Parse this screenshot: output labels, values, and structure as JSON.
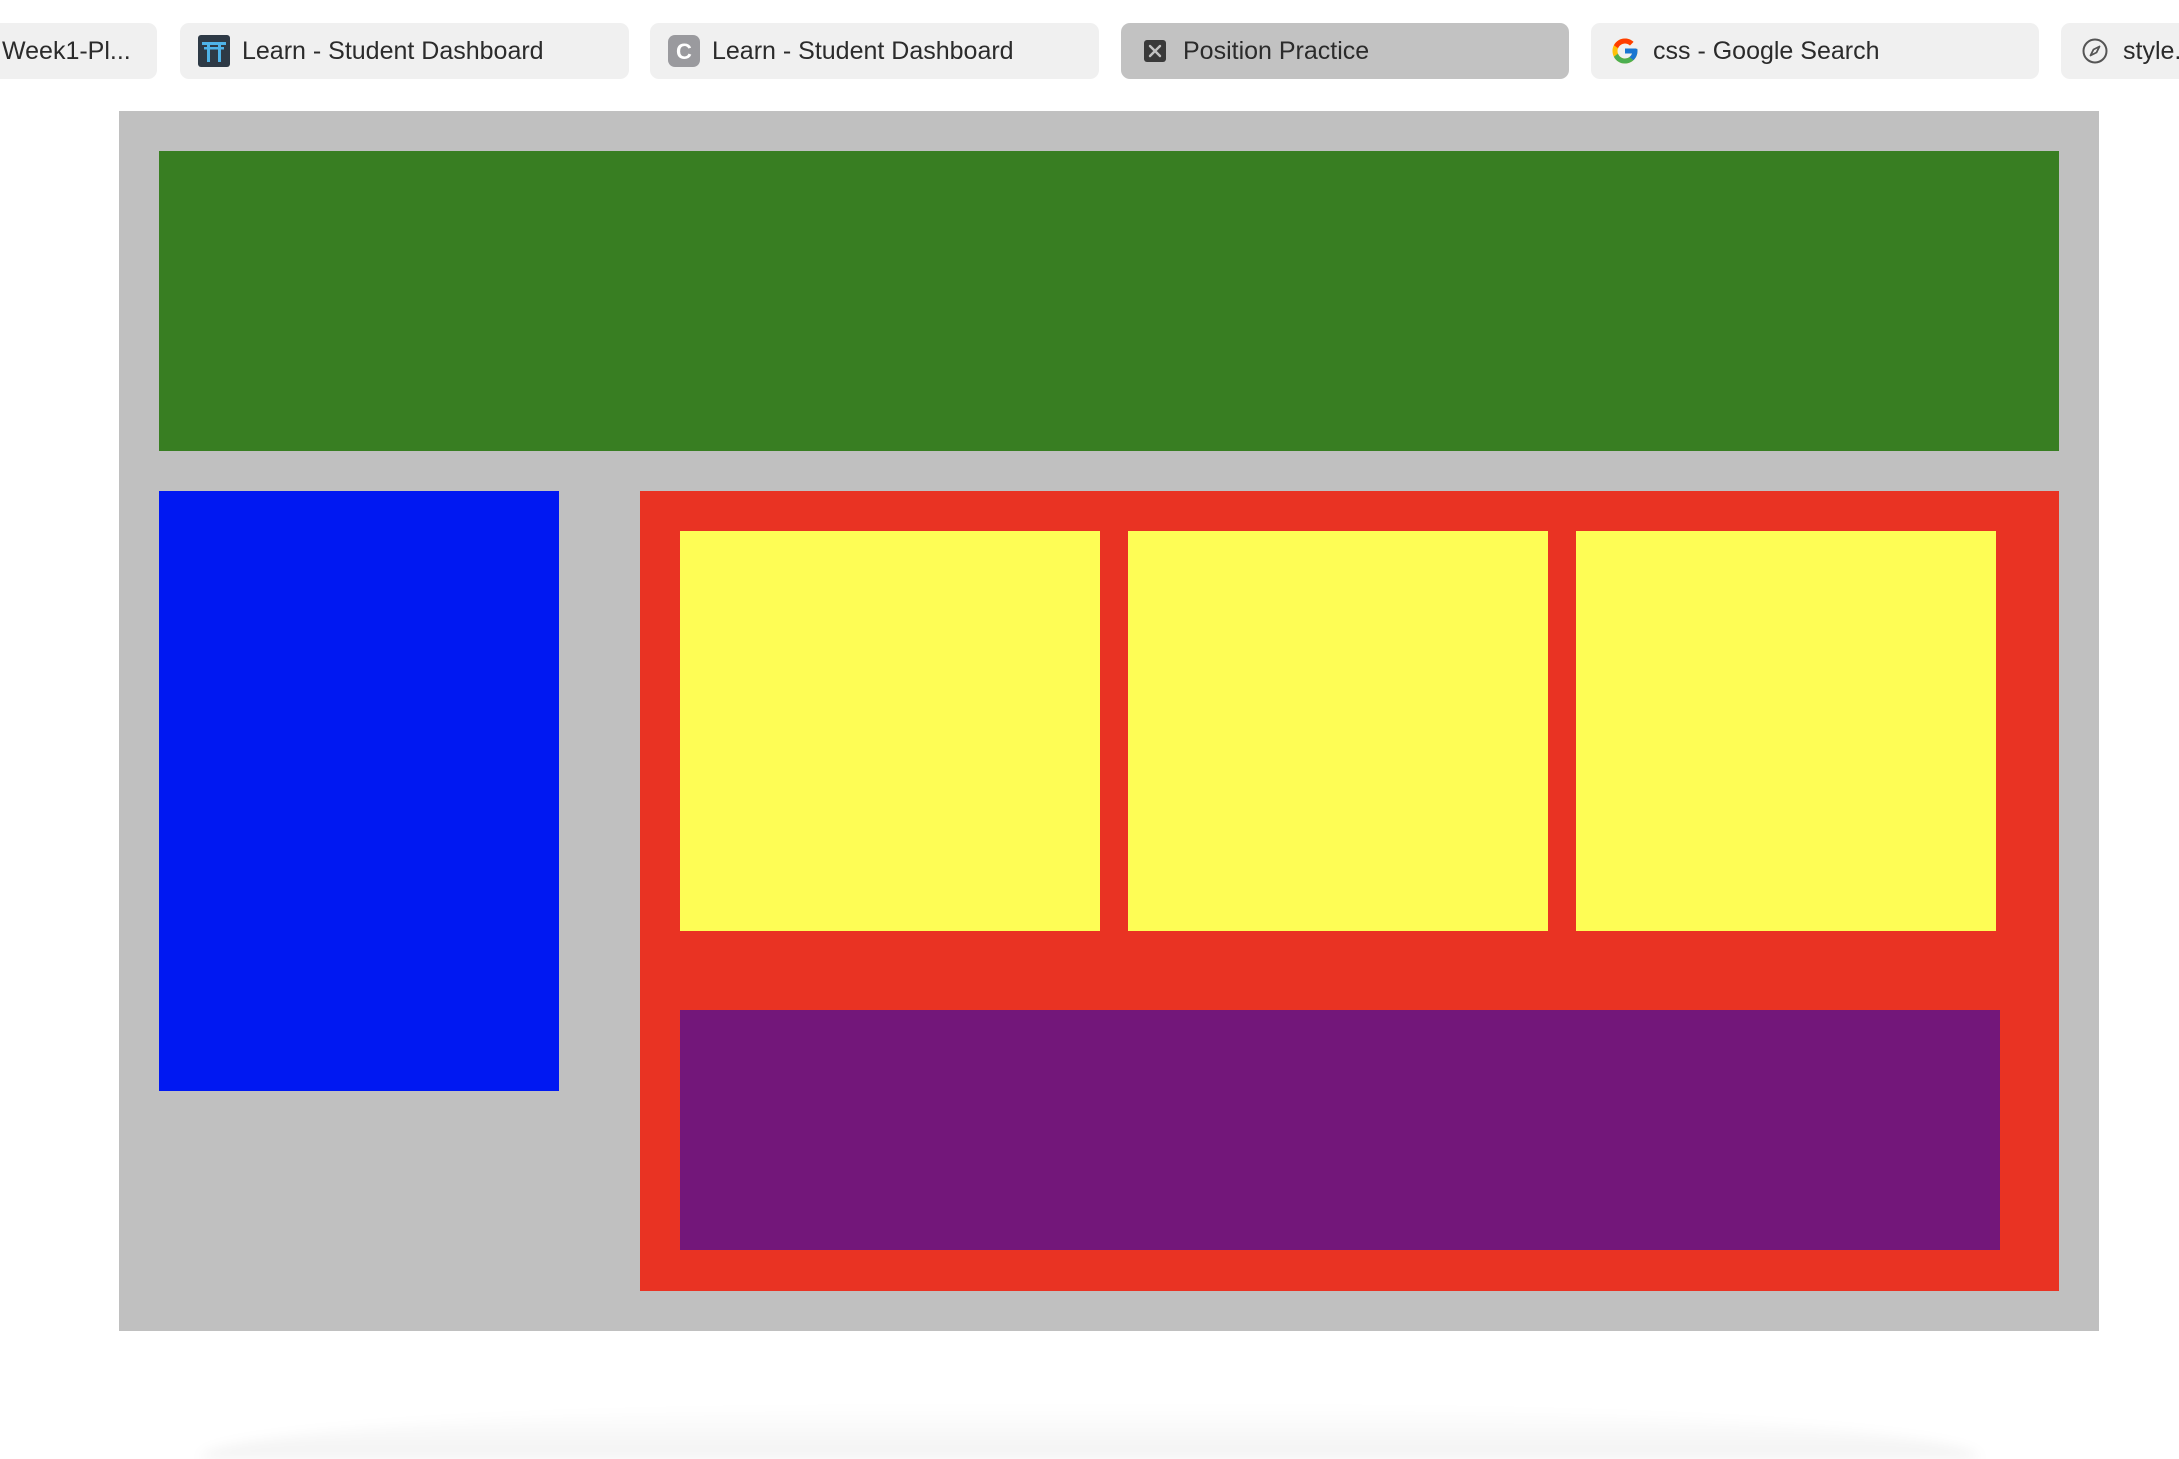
{
  "browser": {
    "tabs": [
      {
        "label": "Week1-Pl...",
        "icon": "none",
        "active": false
      },
      {
        "label": "Learn - Student Dashboard",
        "icon": "torii-gate-icon",
        "active": false
      },
      {
        "label": "Learn - Student Dashboard",
        "icon": "c-letter-icon",
        "active": false
      },
      {
        "label": "Position Practice",
        "icon": "close-x-icon",
        "active": true
      },
      {
        "label": "css - Google Search",
        "icon": "google-g-icon",
        "active": false
      },
      {
        "label": "style.",
        "icon": "compass-icon",
        "active": false
      }
    ]
  },
  "colors": {
    "page_background": "#c0c0c0",
    "header": "#387e22",
    "sidebar": "#0018f2",
    "main": "#e93323",
    "cards": "#fefd55",
    "footer": "#73177a"
  }
}
